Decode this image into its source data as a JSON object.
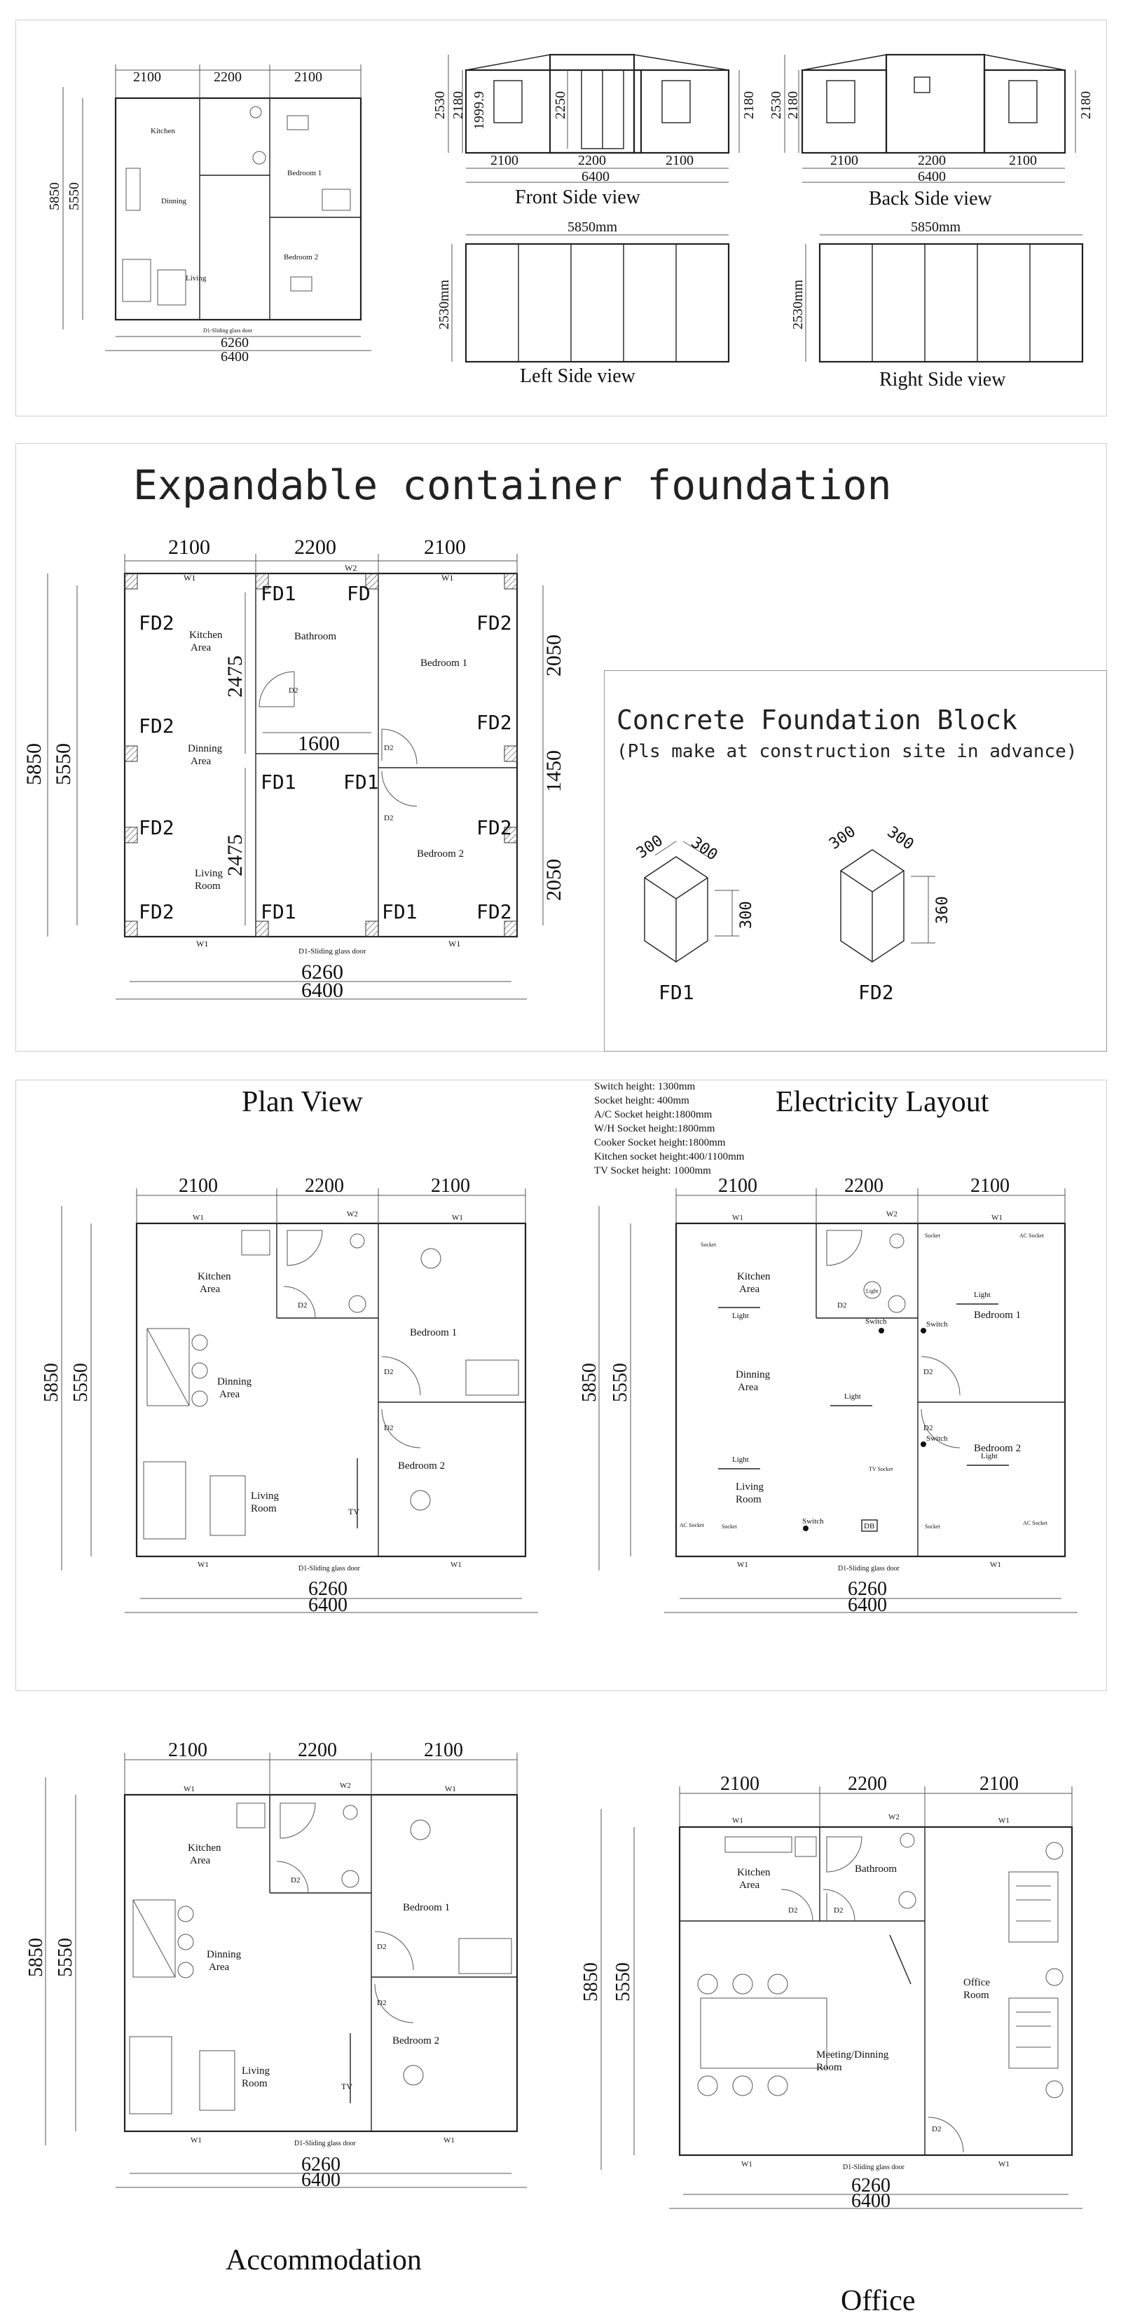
{
  "views": {
    "front": "Front Side view",
    "back": "Back Side view",
    "left": "Left Side view",
    "right": "Right Side view"
  },
  "dims": {
    "d2100": "2100",
    "d2200": "2200",
    "d6260": "6260",
    "d6400": "6400",
    "d5850": "5850",
    "d5550": "5550",
    "d2530": "2530",
    "d2180": "2180",
    "d2250": "2250",
    "d19999": "1999.9",
    "d5850mm": "5850mm",
    "d2530mm": "2530mm",
    "d2475": "2475",
    "d1600": "1600",
    "d2050": "2050",
    "d1450": "1450",
    "d300": "300",
    "d360": "360"
  },
  "rooms": {
    "kitchen": "Kitchen Area",
    "kitchen1": "Kitchen",
    "area": "Area",
    "dinning1": "Dinning",
    "living1": "Living",
    "room": "Room",
    "bathroom": "Bathroom",
    "bedroom1": "Bedroom 1",
    "bedroom2": "Bedroom 2",
    "office1": "Office",
    "meeting1": "Meeting/Dinning",
    "w1": "W1",
    "w2": "W2",
    "d2": "D2",
    "tv": "TV",
    "door": "D1-Sliding glass door"
  },
  "foundation": {
    "title": "Expandable container foundation",
    "block_title": "Concrete Foundation Block",
    "block_sub": "(Pls make at construction site in advance)",
    "fd1": "FD1",
    "fd2": "FD2",
    "fd": "FD"
  },
  "section_titles": {
    "plan": "Plan View",
    "electricity": "Electricity Layout",
    "accommodation": "Accommodation",
    "office": "Office"
  },
  "notes": [
    "Switch height: 1300mm",
    "Socket height: 400mm",
    "A/C Socket height:1800mm",
    "W/H Socket height:1800mm",
    "Cooker Socket height:1800mm",
    "Kitchen socket height:400/1100mm",
    "TV Socket height: 1000mm"
  ],
  "elec": {
    "light": "Light",
    "switch": "Switch",
    "socket": "Socket",
    "ac_socket": "AC Socket",
    "tv_socket": "TV Socket",
    "db": "DB"
  }
}
